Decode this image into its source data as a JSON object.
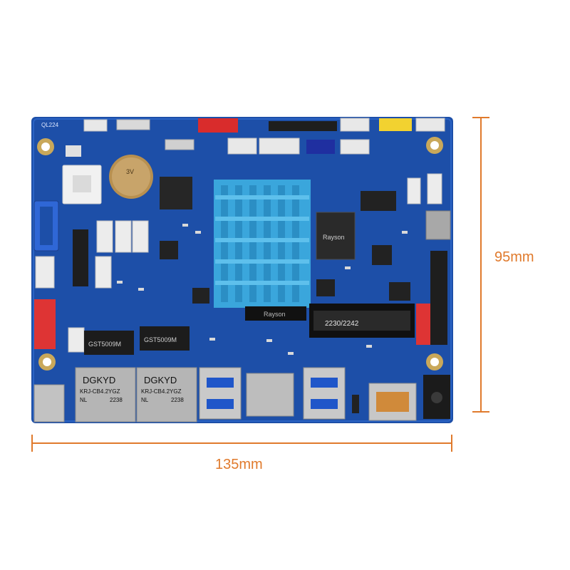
{
  "dimensions": {
    "height_label": "95mm",
    "width_label": "135mm",
    "line_color": "#e07a2c"
  },
  "board": {
    "pcb_color": "#1d4fa8",
    "silkscreen_id": "QL224",
    "battery_text": "3V",
    "soc_brand": "Rayson",
    "heatsink_color": "#3aa6dc",
    "heatsink_brand": "Rayson",
    "m2_slot_label": "2230/2242",
    "rj45_left": {
      "brand": "DGKYD",
      "model": "KRJ-CB4.2YGZ",
      "code": "NL",
      "date": "2238"
    },
    "rj45_right": {
      "brand": "DGKYD",
      "model": "KRJ-CB4.2YGZ",
      "code": "NL",
      "date": "2238"
    },
    "transformer_left": "GST5009M",
    "transformer_right": "GST5009M"
  }
}
